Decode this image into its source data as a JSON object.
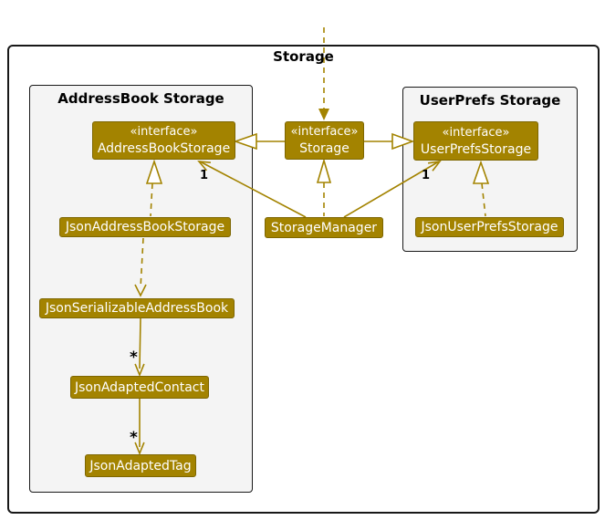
{
  "diagram": {
    "frame_title": "Storage",
    "colors": {
      "node_fill": "#A38300",
      "node_border": "#7D6600",
      "node_text": "#FFFFFF",
      "arrow": "#A38300",
      "package_fill": "#F4F4F4",
      "outline": "#181818",
      "label_text": "#000000"
    },
    "packages": {
      "addressbook": {
        "title": "AddressBook Storage"
      },
      "userprefs": {
        "title": "UserPrefs Storage"
      }
    },
    "nodes": {
      "iface_addressbook": {
        "stereotype": "«interface»",
        "name": "AddressBookStorage"
      },
      "iface_storage": {
        "stereotype": "«interface»",
        "name": "Storage"
      },
      "iface_userprefs": {
        "stereotype": "«interface»",
        "name": "UserPrefsStorage"
      },
      "json_addressbook_storage": {
        "name": "JsonAddressBookStorage"
      },
      "storage_manager": {
        "name": "StorageManager"
      },
      "json_userprefs_storage": {
        "name": "JsonUserPrefsStorage"
      },
      "json_serializable_addressbook": {
        "name": "JsonSerializableAddressBook"
      },
      "json_adapted_contact": {
        "name": "JsonAdaptedContact"
      },
      "json_adapted_tag": {
        "name": "JsonAdaptedTag"
      }
    },
    "multiplicities": {
      "storagemanager_to_addressbookstorage": "1",
      "storagemanager_to_userprefsstorage": "1",
      "serializable_to_contact": "*",
      "contact_to_tag": "*"
    }
  }
}
